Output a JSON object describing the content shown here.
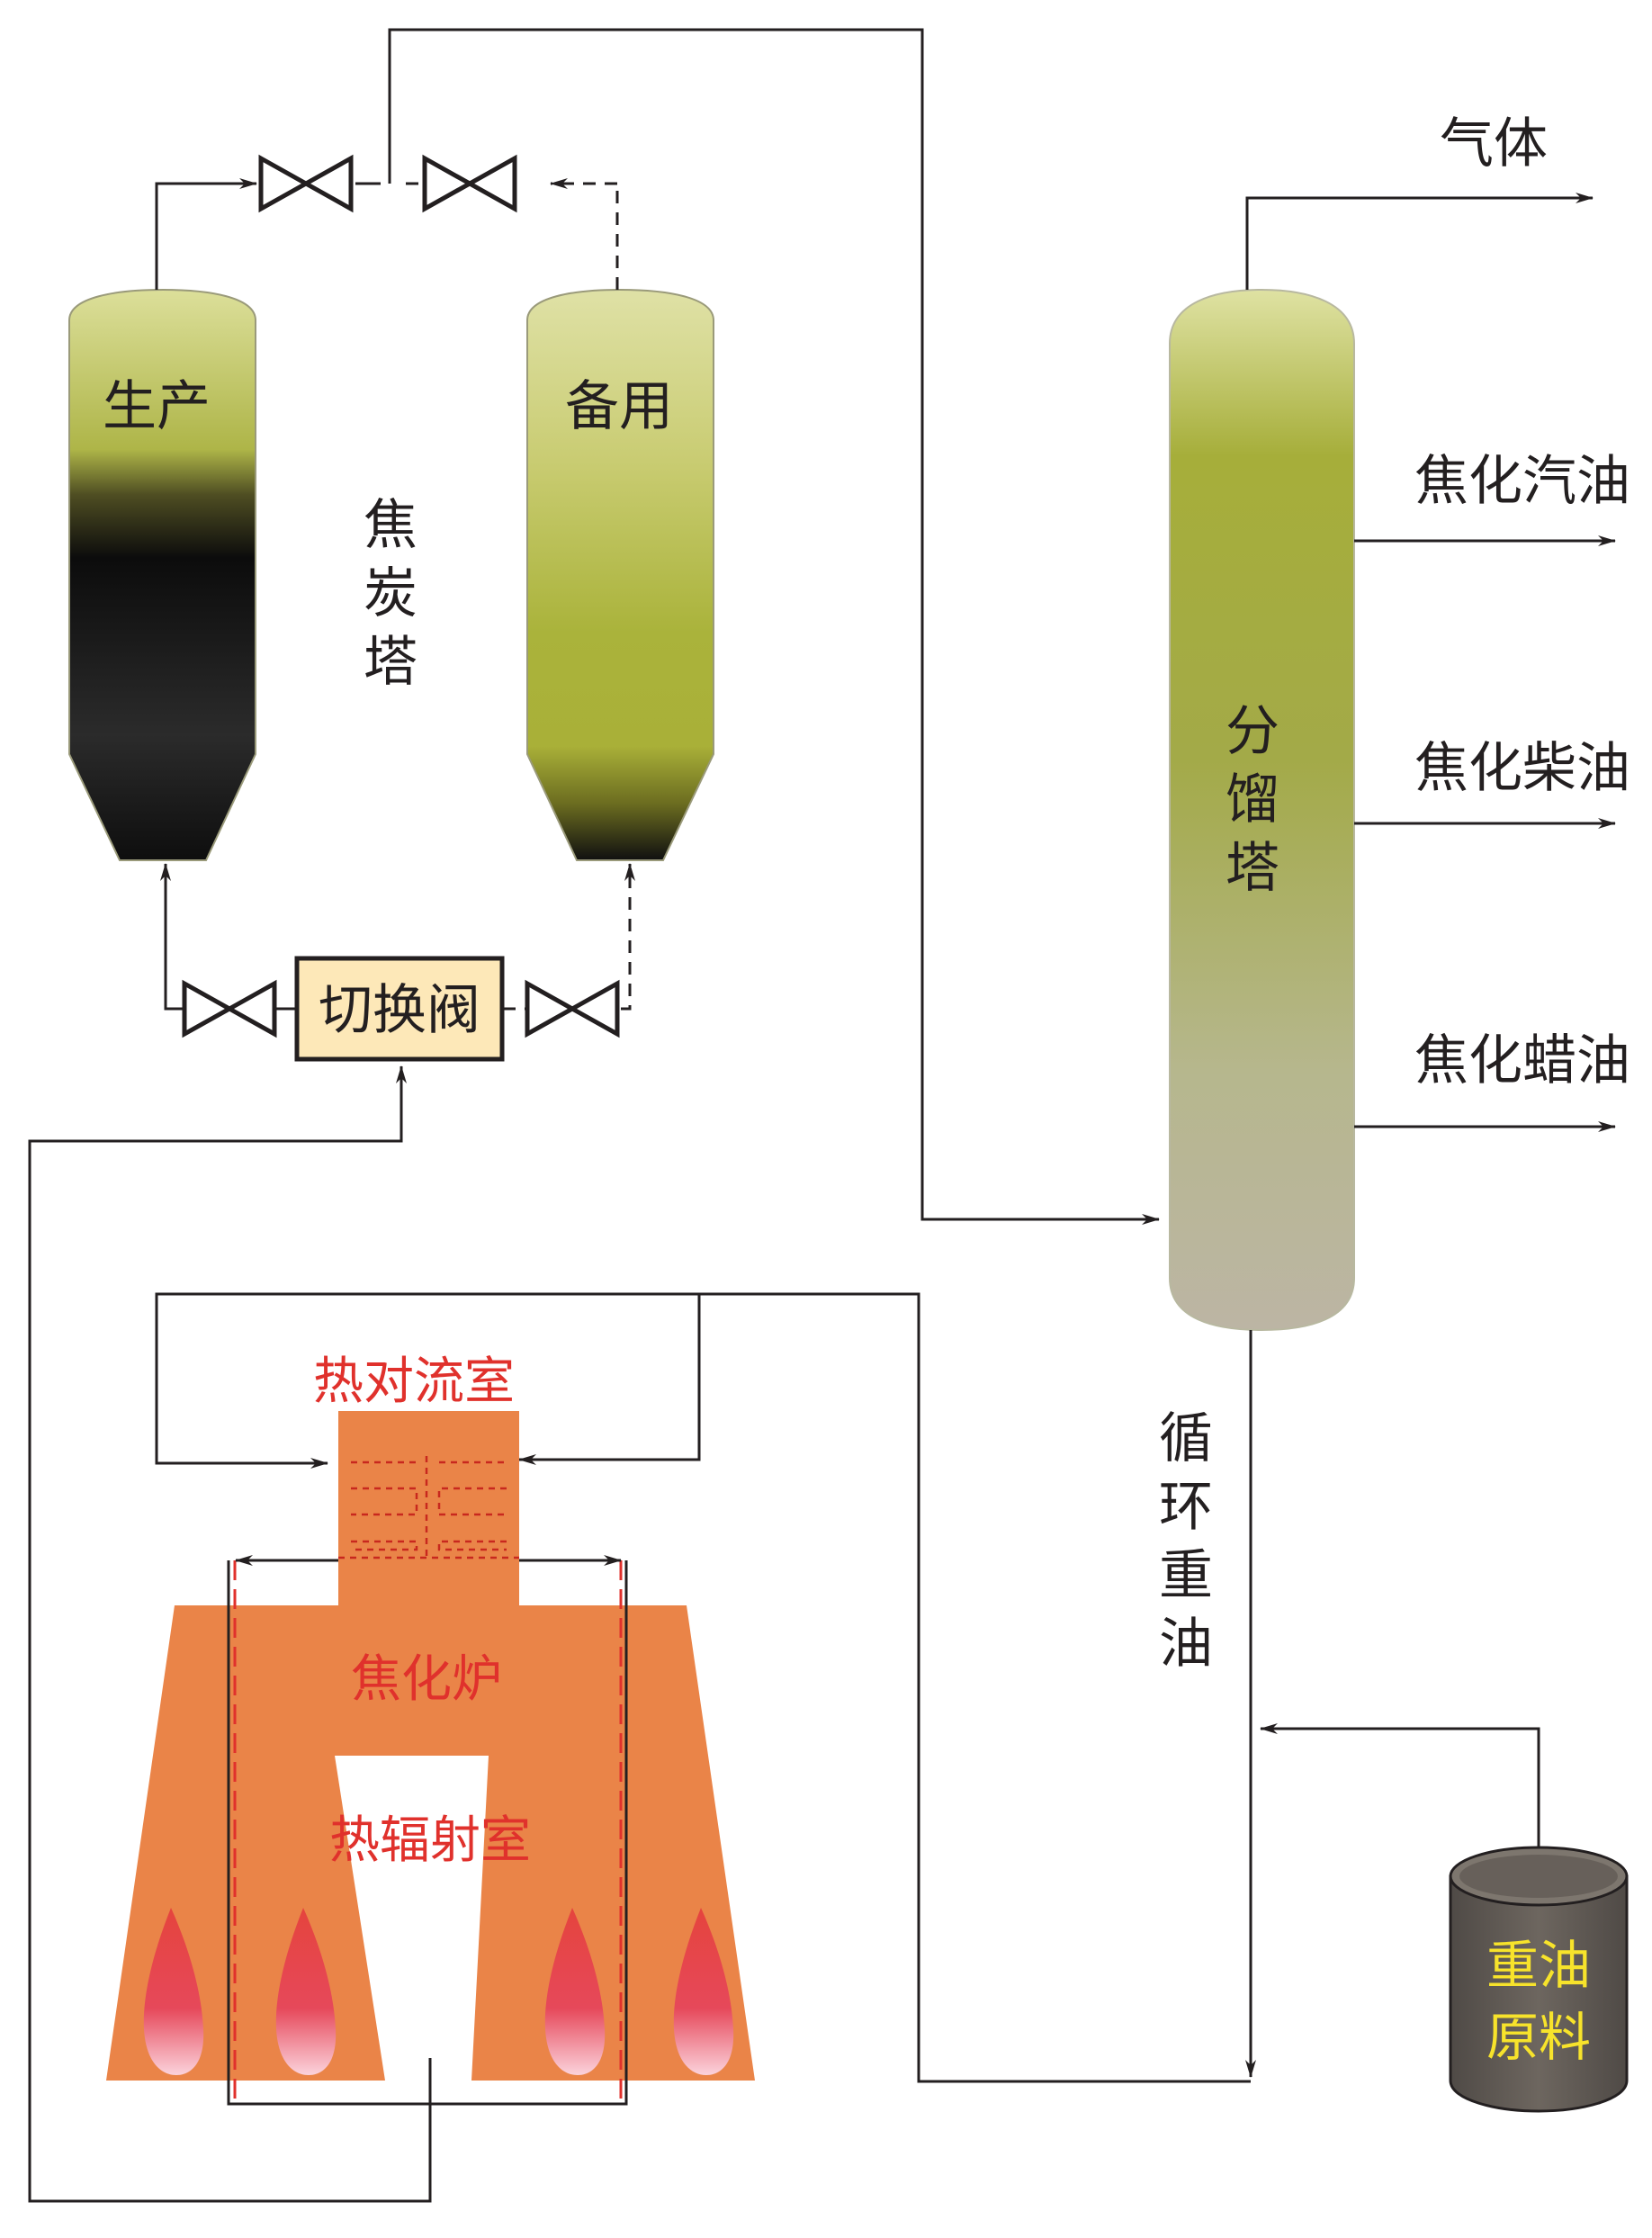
{
  "labels": {
    "production": "生产",
    "standby": "备用",
    "coke_tower": [
      "焦",
      "炭",
      "塔"
    ],
    "switch_valve": "切换阀",
    "gas": "气体",
    "coker_gasoline": "焦化汽油",
    "coker_diesel": "焦化柴油",
    "coker_wax_oil": "焦化蜡油",
    "fractionator": [
      "分",
      "馏",
      "塔"
    ],
    "recycle_heavy_oil": [
      "循",
      "环",
      "重",
      "油"
    ],
    "convection_chamber": "热对流室",
    "coking_furnace": "焦化炉",
    "radiant_chamber": "热辐射室",
    "heavy_oil_feed": [
      "重油",
      "原料"
    ]
  },
  "colors": {
    "furnace": "#ea8448",
    "switch_valve_fill": "#fde8b8",
    "red_text": "#e0312c",
    "feed_tank": "#67605a",
    "feed_text": "#f7e32b"
  }
}
